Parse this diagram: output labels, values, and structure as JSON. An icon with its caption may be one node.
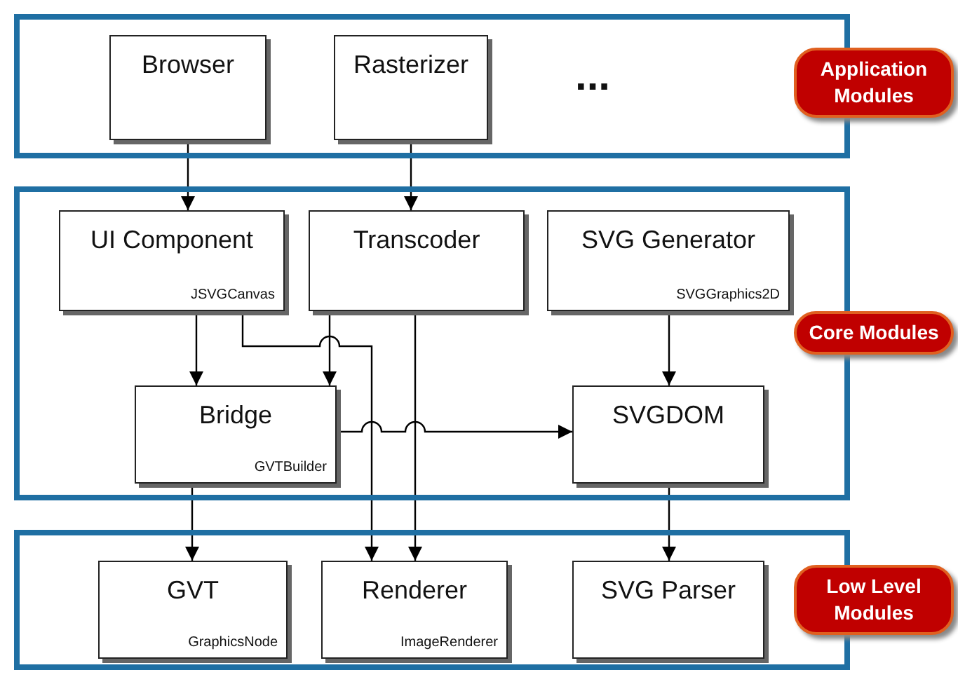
{
  "diagram": {
    "nodes": [
      {
        "text": [],
        "shape": "box"
      },
      {
        "text": [
          "Browser"
        ],
        "in": 0
      },
      {
        "text": [
          "Rasterizer"
        ],
        "in": 0
      },
      {
        "text": [],
        "shape": "box"
      },
      {
        "text": [
          "UI Component",
          "JSVGCanvas"
        ],
        "in": 3
      },
      {
        "text": [
          "Transcoder"
        ],
        "in": 3
      },
      {
        "text": [
          "SVG Generator",
          "SVGGraphics2D"
        ],
        "in": 3
      },
      {
        "text": [
          "Bridge",
          "GVTBuilder"
        ],
        "in": 3
      },
      {
        "text": [
          "SVGDOM"
        ],
        "in": 3
      },
      {
        "text": [],
        "shape": "box"
      },
      {
        "text": [
          "GVT",
          "GraphicsNode"
        ],
        "in": 9
      },
      {
        "text": [
          "Renderer",
          "ImageRenderer"
        ],
        "in": 9
      },
      {
        "text": [
          "SVG Parser"
        ],
        "in": 9
      }
    ],
    "edges": [
      {
        "from": 1,
        "to": 4,
        "arrow": "to"
      },
      {
        "from": 2,
        "to": 5,
        "arrow": "to"
      },
      {
        "from": 4,
        "to": 7,
        "arrow": "to"
      },
      {
        "from": 4,
        "to": 11,
        "arrow": "to"
      },
      {
        "from": 5,
        "to": 7,
        "arrow": "to"
      },
      {
        "from": 5,
        "to": 11,
        "arrow": "to"
      },
      {
        "from": 6,
        "to": 8,
        "arrow": "to"
      },
      {
        "from": 7,
        "to": 8,
        "arrow": "to"
      },
      {
        "from": 7,
        "to": 10,
        "arrow": "to"
      },
      {
        "from": 8,
        "to": 12,
        "arrow": "to"
      }
    ],
    "labels": [
      "Application Modules",
      "...",
      "Core Modules",
      "Low Level Modules"
    ]
  }
}
